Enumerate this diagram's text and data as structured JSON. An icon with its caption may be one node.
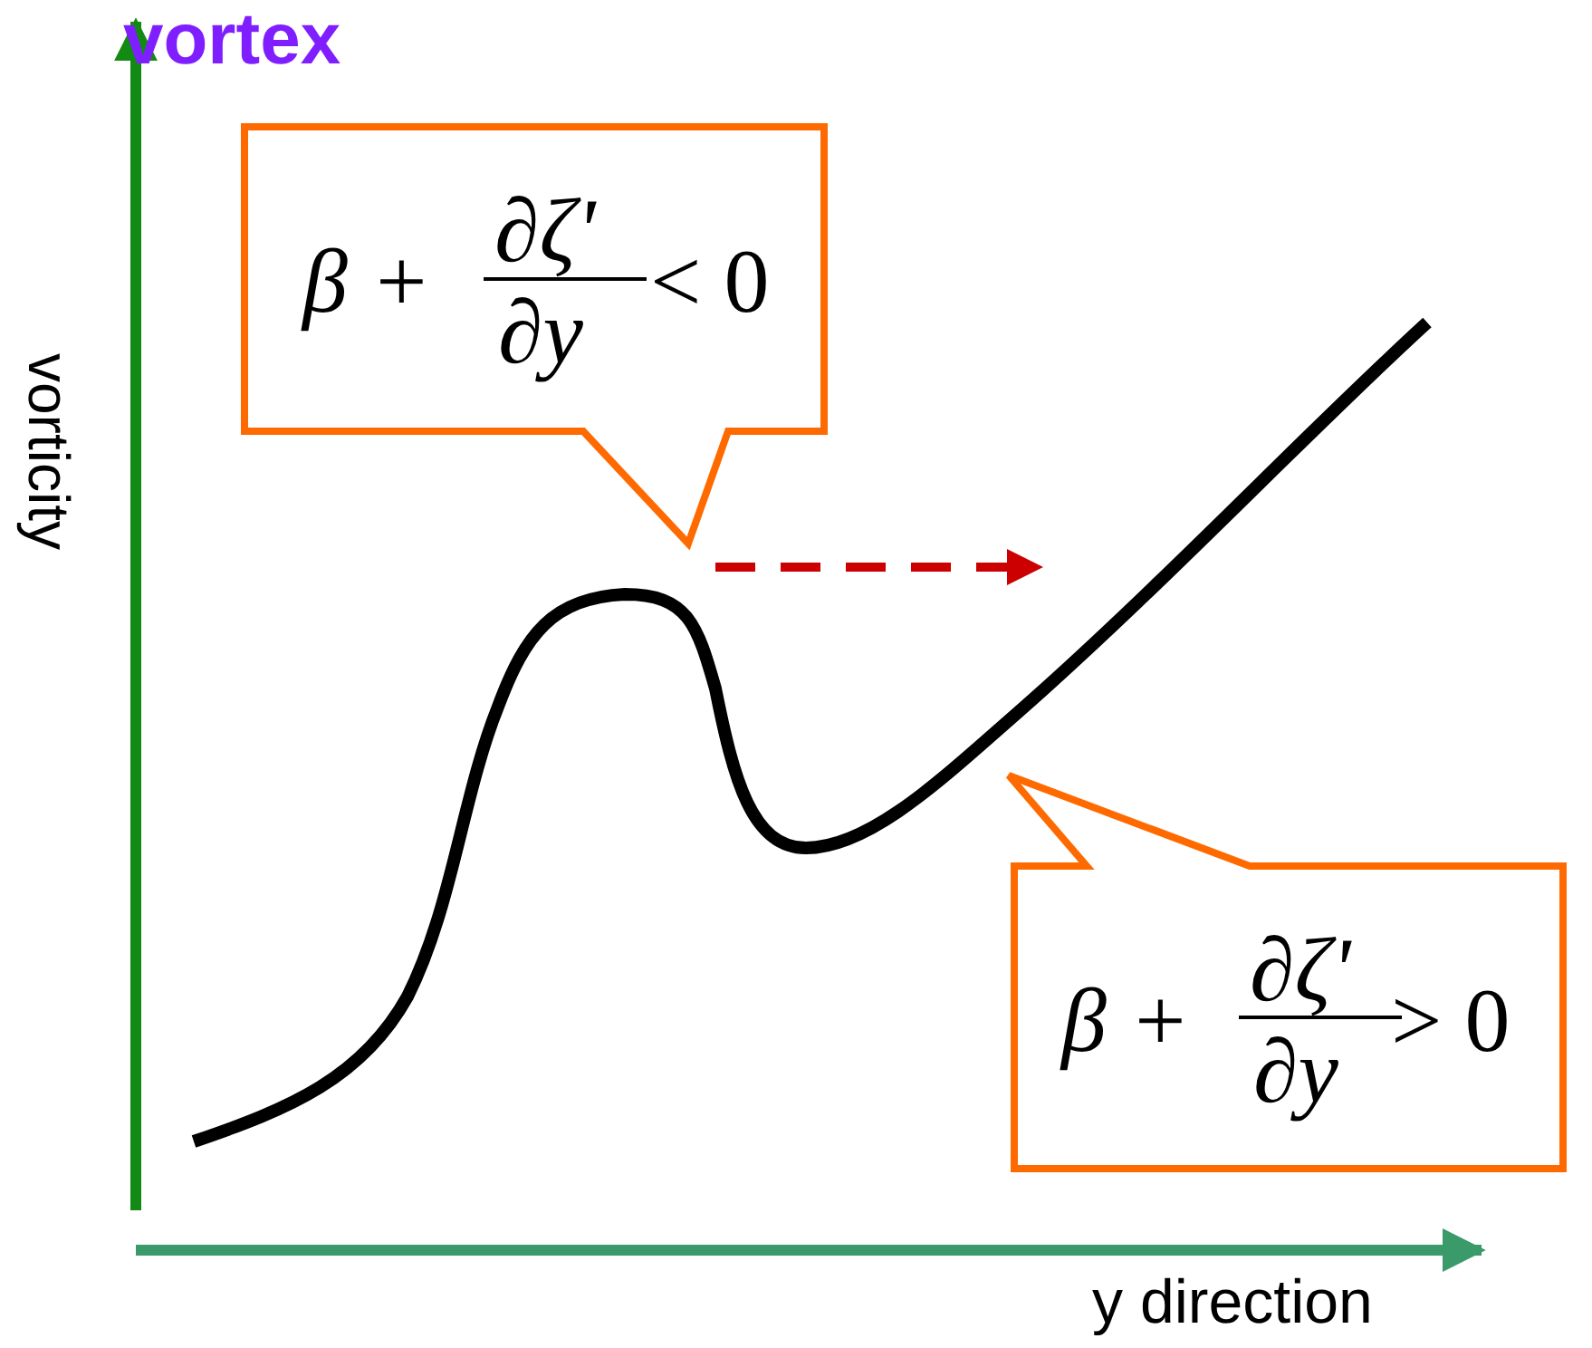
{
  "diagram": {
    "title": "vortex",
    "nodes": [
      {
        "text": [
          "β +",
          "∂ζ'",
          "∂y",
          "< 0"
        ]
      },
      {
        "text": [
          "β +",
          "∂ζ'",
          "∂y",
          "> 0"
        ]
      }
    ],
    "labels": [
      "vorticity",
      "y direction"
    ]
  }
}
